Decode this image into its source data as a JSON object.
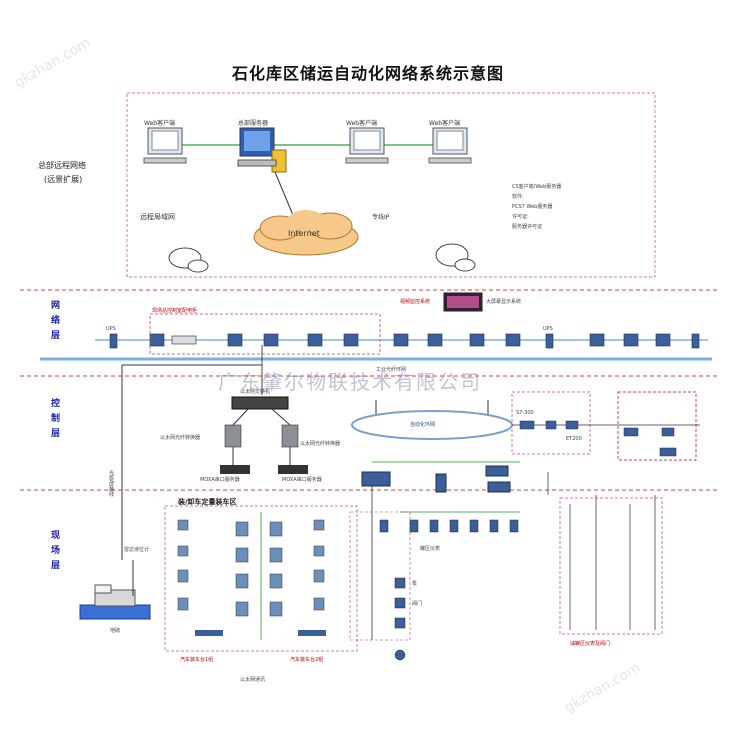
{
  "title": "石化库区储运自动化网络系统示意图",
  "corner_watermark": "gkzhan.com",
  "watermark": "广东肇尔物联技术有限公司",
  "zones": {
    "network": "网络层",
    "control": "控制层",
    "field": "现场层"
  },
  "top_box": {
    "remote_group_label": "总部远程网络",
    "remote_group_sub": "(远景扩展)",
    "web_client_1": "Web客户端",
    "hq_server": "总部服务器",
    "web_client_2": "Web客户端",
    "web_client_3": "Web客户端",
    "remote_lan": "远程局域网",
    "internet": "Internet",
    "dedicated_ip": "专线IP",
    "legend_1": "CS客户端/Web服务器",
    "legend_2": "软件:",
    "legend_3": "PCS7 Web服务器",
    "legend_4": "许可证:",
    "legend_5": "服务器许可证"
  },
  "network_layer": {
    "dashed_label": "现场总控制室配电柜",
    "video_label": "视频监控系统",
    "screen_label": "大屏幕显示系统",
    "ups_left": "UPS",
    "ups_right": "UPS",
    "ethernet_switch": "以太网交换机",
    "ring_label": "工业光纤环网"
  },
  "control_layer": {
    "fiber_converter_1": "以太网光纤转换器",
    "fiber_converter_2": "以太网光纤转换器",
    "moxa_1": "MOXA串口服务器",
    "moxa_2": "MOXA串口服务器",
    "ring_network": "自动化环网",
    "gateway": "S7-300",
    "et200": "ET200",
    "cable_label": "光缆/屏蔽线"
  },
  "field_layer": {
    "loading_area": "装/卸车定量装车区",
    "truck_scale": "地磅",
    "radar_1": "雷达液位计",
    "tank_area": "罐区仪表",
    "bottom_left": "汽车装车台1组",
    "bottom_mid": "汽车装车台2组",
    "bottom_right": "油罐区仪表及阀门",
    "ethernet_bottom": "以太网通讯",
    "pump": "泵",
    "valve": "阀门"
  }
}
